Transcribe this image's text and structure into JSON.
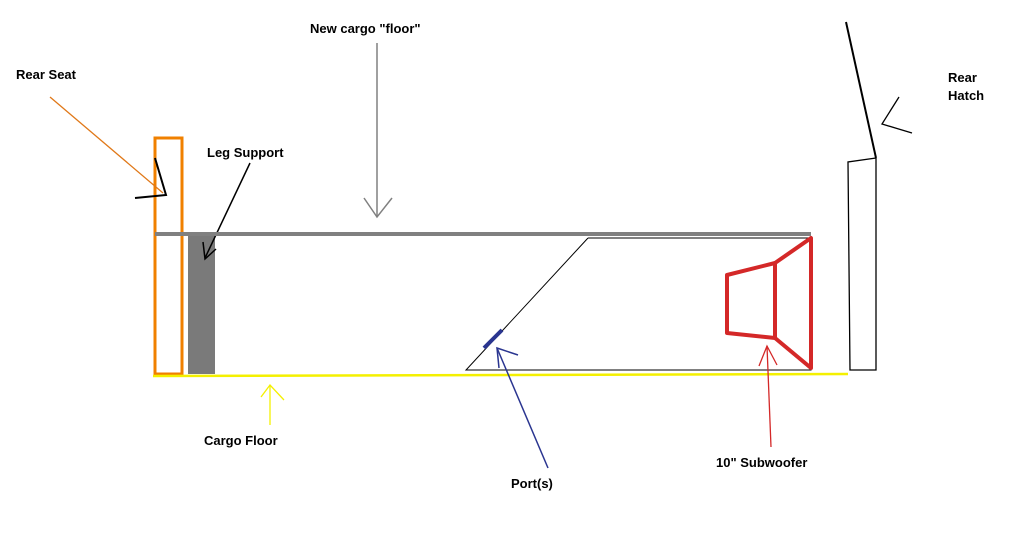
{
  "labels": {
    "rear_seat": "Rear Seat",
    "new_cargo_floor": "New cargo \"floor\"",
    "leg_support": "Leg Support",
    "rear_hatch_line1": "Rear",
    "rear_hatch_line2": "Hatch",
    "cargo_floor": "Cargo Floor",
    "ports": "Port(s)",
    "subwoofer": "10\" Subwoofer"
  },
  "colors": {
    "rear_seat": "#f08000",
    "rear_seat_arrow": "#e07818",
    "new_floor": "#808080",
    "leg_support": "#7a7a7a",
    "cargo_floor": "#f4f000",
    "port": "#2a3590",
    "subwoofer": "#d42828",
    "ink": "#000000"
  }
}
